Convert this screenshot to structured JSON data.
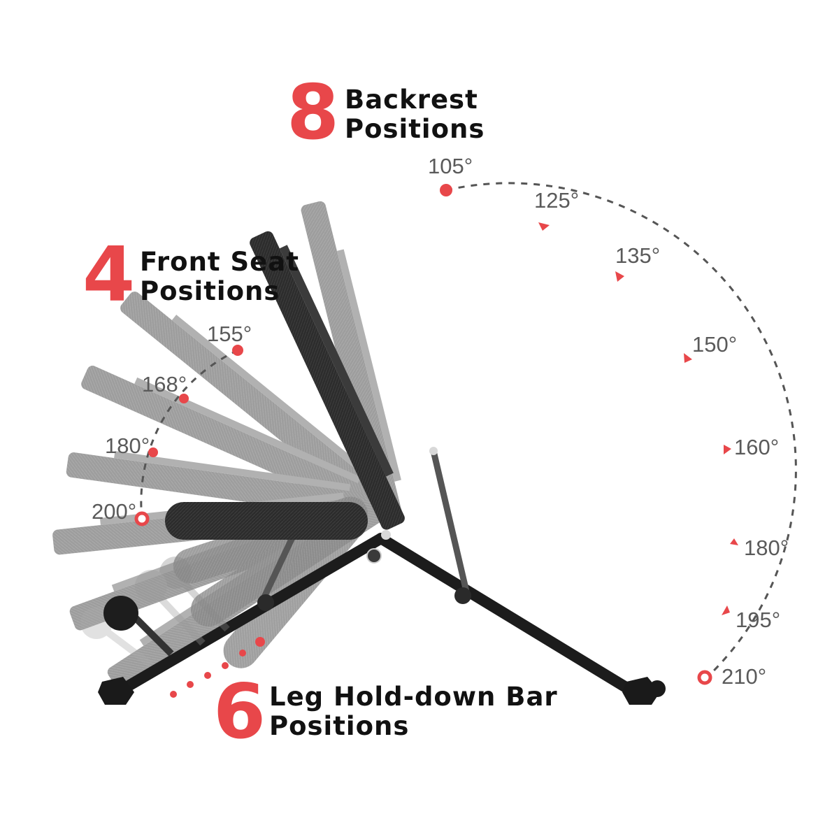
{
  "colors": {
    "accent": "#e8474a",
    "caption": "#111111",
    "degree_text": "#5a5a5a",
    "arc": "#555555",
    "pad_dark": "#2a2a2a",
    "pad_ghost": "#8a8a8a"
  },
  "backrest": {
    "count": "8",
    "line1": "Backrest",
    "line2": "Positions",
    "angles": [
      "105°",
      "125°",
      "135°",
      "150°",
      "160°",
      "180°",
      "195°",
      "210°"
    ]
  },
  "front_seat": {
    "count": "4",
    "line1": "Front Seat",
    "line2": "Positions",
    "angles": [
      "155°",
      "168°",
      "180°",
      "200°"
    ]
  },
  "leg_bar": {
    "count": "6",
    "line1": "Leg Hold-down Bar",
    "line2": "Positions"
  }
}
